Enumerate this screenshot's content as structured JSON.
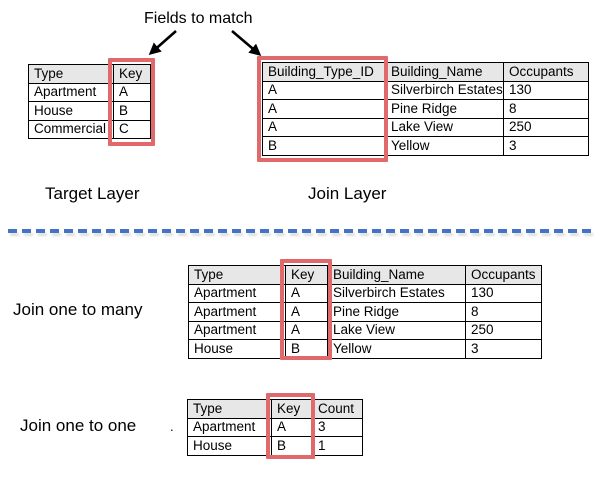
{
  "title": "Fields to match",
  "labels": {
    "target_layer": "Target Layer",
    "join_layer": "Join Layer",
    "join_one_to_many": "Join one to many",
    "join_one_to_one": "Join one to one",
    "stray_mark": "."
  },
  "tables": {
    "target": {
      "caption": "Target Layer",
      "headers": [
        "Type",
        "Key"
      ],
      "rows": [
        [
          "Apartment",
          "A"
        ],
        [
          "House",
          "B"
        ],
        [
          "Commercial",
          "C"
        ]
      ],
      "highlighted_column": "Key"
    },
    "join": {
      "caption": "Join Layer",
      "headers": [
        "Building_Type_ID",
        "Building_Name",
        "Occupants"
      ],
      "rows": [
        [
          "A",
          "Silverbirch Estates",
          "130"
        ],
        [
          "A",
          "Pine Ridge",
          "8"
        ],
        [
          "A",
          "Lake View",
          "250"
        ],
        [
          "B",
          "Yellow",
          "3"
        ]
      ],
      "highlighted_column": "Building_Type_ID"
    },
    "one_to_many": {
      "caption": "Join one to many",
      "headers": [
        "Type",
        "Key",
        "Building_Name",
        "Occupants"
      ],
      "rows": [
        [
          "Apartment",
          "A",
          "Silverbirch Estates",
          "130"
        ],
        [
          "Apartment",
          "A",
          "Pine Ridge",
          "8"
        ],
        [
          "Apartment",
          "A",
          "Lake View",
          "250"
        ],
        [
          "House",
          "B",
          "Yellow",
          "3"
        ]
      ],
      "highlighted_column": "Key"
    },
    "one_to_one": {
      "caption": "Join one to one",
      "headers": [
        "Type",
        "Key",
        "Count"
      ],
      "rows": [
        [
          "Apartment",
          "A",
          "3"
        ],
        [
          "House",
          "B",
          "1"
        ]
      ],
      "highlighted_column": "Key"
    }
  },
  "colors": {
    "header_bg": "#E7E7E7",
    "table_border": "#000000",
    "highlight_red": "#E0696C",
    "divider_blue": "#4472C4",
    "text": "#000000"
  }
}
